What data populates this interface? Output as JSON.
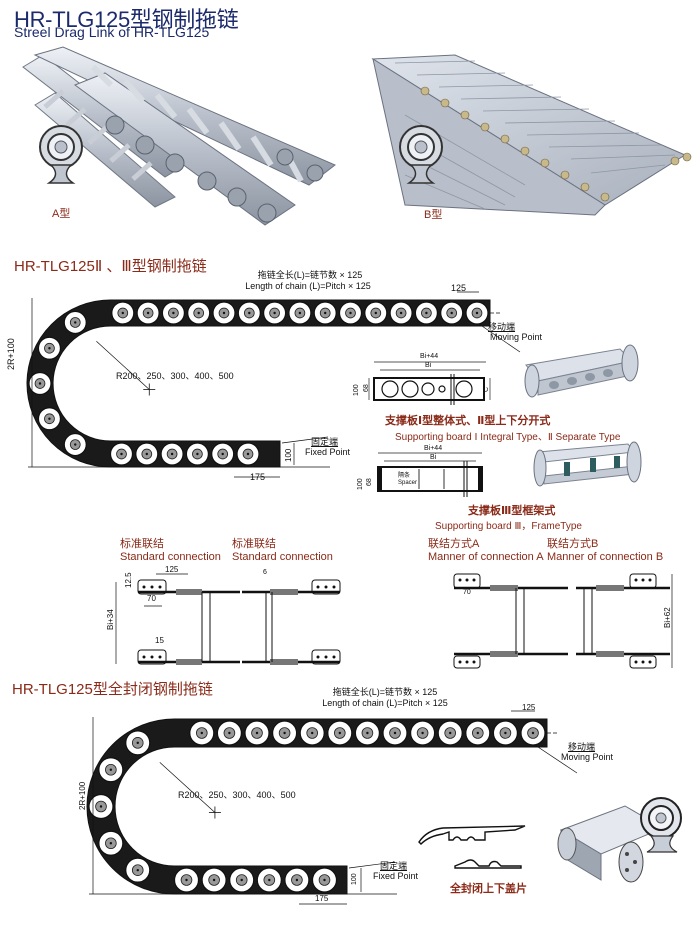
{
  "header": {
    "title_cn": "HR-TLG125型钢制拖链",
    "title_en": "Streel Drag Link of HR-TLG125"
  },
  "products": {
    "type_a_label": "A型",
    "type_b_label": "B型"
  },
  "section1": {
    "title": "HR-TLG125Ⅱ 、Ⅲ型钢制拖链",
    "length_formula_cn": "拖链全长(L)=链节数 × 125",
    "length_formula_en": "Length of chain (L)=Pitch × 125",
    "pitch": "125",
    "moving_point_cn": "移动端",
    "moving_point_en": "Moving Point",
    "fixed_point_cn": "固定端",
    "fixed_point_en": "Fixed Point",
    "radius_options": "R200、250、300、400、500",
    "height_dim": "2R+100",
    "end_dim": "175",
    "link_height": "100"
  },
  "supporting_board_1": {
    "dim_outer": "Bi+44",
    "dim_inner": "Bi",
    "dim_height": "100",
    "dim_inner_height": "68",
    "dim_c": "C",
    "caption_cn": "支撑板Ⅰ型整体式、Ⅱ型上下分开式",
    "caption_en": "Supporting board Ⅰ Integral Type、Ⅱ Separate Type"
  },
  "supporting_board_3": {
    "dim_outer": "Bi+44",
    "dim_inner": "Bi",
    "dim_height": "100",
    "dim_inner_height": "68",
    "spacer_cn": "隔条",
    "spacer_en": "Spacer",
    "caption_cn": "支撑板Ⅲ型框架式",
    "caption_en": "Supporting board Ⅲ，FrameType"
  },
  "connections": [
    {
      "label_cn": "标准联结",
      "label_en": "Standard connection",
      "dims": [
        "125",
        "12.5",
        "70",
        "15",
        "Bi+34"
      ]
    },
    {
      "label_cn": "标准联结",
      "label_en": "Standard connection",
      "dims": [
        "6"
      ]
    },
    {
      "label_cn": "联结方式A",
      "label_en": "Manner of connection A",
      "dims": [
        "70"
      ]
    },
    {
      "label_cn": "联结方式B",
      "label_en": "Manner of connection B",
      "dims": [
        "Bi+62"
      ]
    }
  ],
  "section2": {
    "title": "HR-TLG125型全封闭钢制拖链",
    "length_formula_cn": "拖链全长(L)=链节数 × 125",
    "length_formula_en": "Length of chain (L)=Pitch × 125",
    "pitch": "125",
    "moving_point_cn": "移动端",
    "moving_point_en": "Moving Point",
    "fixed_point_cn": "固定端",
    "fixed_point_en": "Fixed Point",
    "radius_options": "R200、250、300、400、500",
    "height_dim": "2R+100",
    "end_dim": "175",
    "link_height": "100",
    "cover_caption": "全封闭上下盖片"
  }
}
